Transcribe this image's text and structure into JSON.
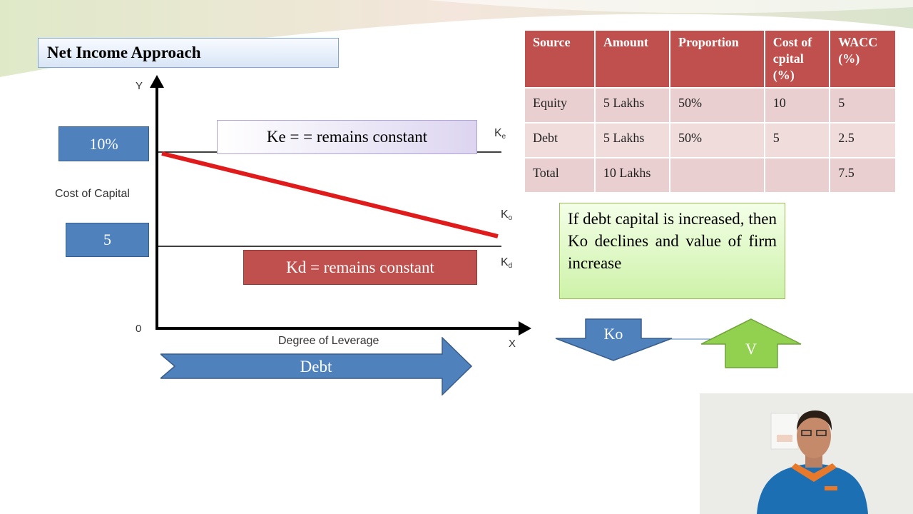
{
  "slide": {
    "title": "Net Income Approach",
    "chart": {
      "y_axis_label": "Y",
      "x_axis_label": "X",
      "origin_label": "0",
      "ylabel": "Cost of Capital",
      "xlabel": "Degree of Leverage",
      "line_labels": {
        "ke": "K",
        "ke_sub": "e",
        "ko": "K",
        "ko_sub": "o",
        "kd": "K",
        "kd_sub": "d"
      },
      "colors": {
        "ke_line": "#000000",
        "ko_line": "#e01b1b",
        "kd_line": "#000000"
      }
    },
    "cost_box_high": "10%",
    "cost_box_low": "5",
    "ke_box": "Ke = = remains constant",
    "kd_box": "Kd = remains constant",
    "debt_arrow": "Debt",
    "ko_arrow": "Ko",
    "v_arrow": "V",
    "note": "If debt capital is increased, then Ko declines and value of firm increase",
    "table": {
      "headers": [
        "Source",
        "Amount",
        "Proportion",
        "Cost of cpital (%)",
        "WACC (%)"
      ],
      "rows": [
        [
          "Equity",
          "5 Lakhs",
          "50%",
          "10",
          "5"
        ],
        [
          "Debt",
          "5 Lakhs",
          "50%",
          "5",
          "2.5"
        ],
        [
          "Total",
          "10 Lakhs",
          "",
          "",
          "7.5"
        ]
      ]
    },
    "colors": {
      "accent_blue": "#4f81bd",
      "accent_red": "#c0504d",
      "note_green": "#9bbb59"
    }
  }
}
